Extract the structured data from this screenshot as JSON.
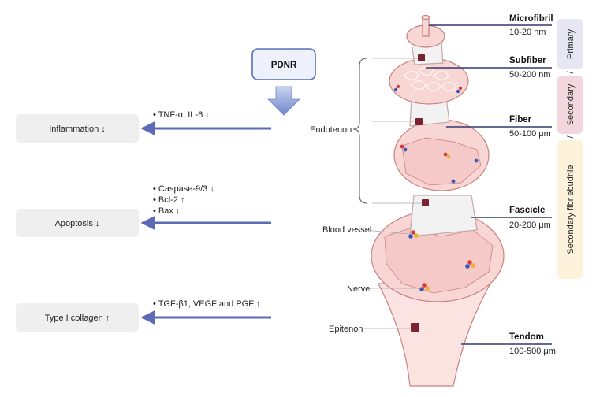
{
  "pdnr": {
    "label": "PDNR"
  },
  "effects": [
    {
      "box": "Inflammation ↓",
      "notes": [
        "• TNF-α, IL-6 ↓"
      ]
    },
    {
      "box": "Apoptosis ↓",
      "notes": [
        "• Caspase-9/3 ↓",
        "• Bcl-2 ↑",
        "• Bax ↓"
      ]
    },
    {
      "box": "Type I collagen ↑",
      "notes": [
        "• TGF-β1, VEGF and PGF ↑"
      ]
    }
  ],
  "levels": [
    {
      "name": "Microfibril",
      "size": "10-20 nm"
    },
    {
      "name": "Subfiber",
      "size": "50-200 nm"
    },
    {
      "name": "Fiber",
      "size": "50-100 μm"
    },
    {
      "name": "Fascicle",
      "size": "20-200 μm"
    },
    {
      "name": "Tendom",
      "size": "100-500 μm"
    }
  ],
  "structures": {
    "endotenon": "Endotenon",
    "blood_vessel": "Blood vessel",
    "nerve": "Nerve",
    "epitenon": "Epitenon"
  },
  "bundles": {
    "primary": "Primary",
    "secondary": "Secondary",
    "tertiary": "Secondary fibr ebudnle",
    "sep1": "/",
    "sep2": "/"
  },
  "colors": {
    "arrow": "#5b6bb5",
    "pdnr_border": "#5570b8",
    "pdnr_fill": "#eef1fb",
    "effect_box": "#efefef",
    "tissue_fill": "#f8d6d4",
    "tissue_stroke": "#c98080",
    "primary_band": "#e6e7f3",
    "secondary_band": "#f2d7df",
    "tertiary_band": "#fdf3dd",
    "marker": "#7a2431"
  }
}
